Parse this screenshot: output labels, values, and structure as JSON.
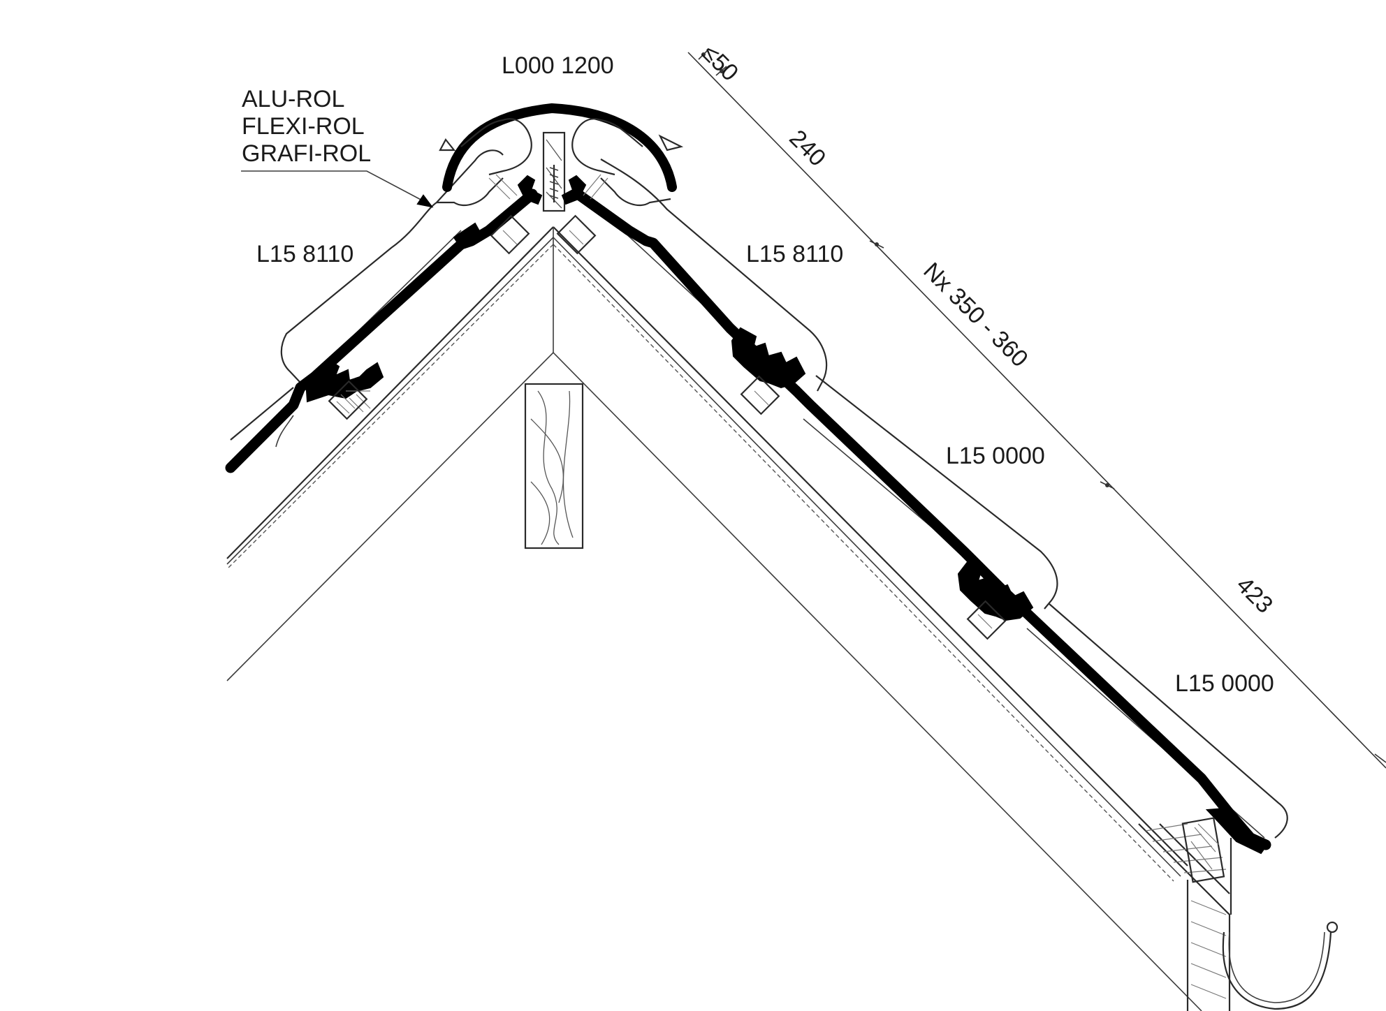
{
  "labels": {
    "ridge_tile": "L000 1200",
    "ridge_roll_line1": "ALU-ROL",
    "ridge_roll_line2": "FLEXI-ROL",
    "ridge_roll_line3": "GRAFI-ROL",
    "left_top_tile": "L15 8110",
    "right_top_tile": "L15 8110",
    "right_middle_tile": "L15 0000",
    "right_lower_tile": "L15 0000"
  },
  "dimensions": {
    "top_gap": "≤50",
    "first_batten": "240",
    "batten_spacing": "Nx 350 - 360",
    "eave_batten": "423"
  }
}
